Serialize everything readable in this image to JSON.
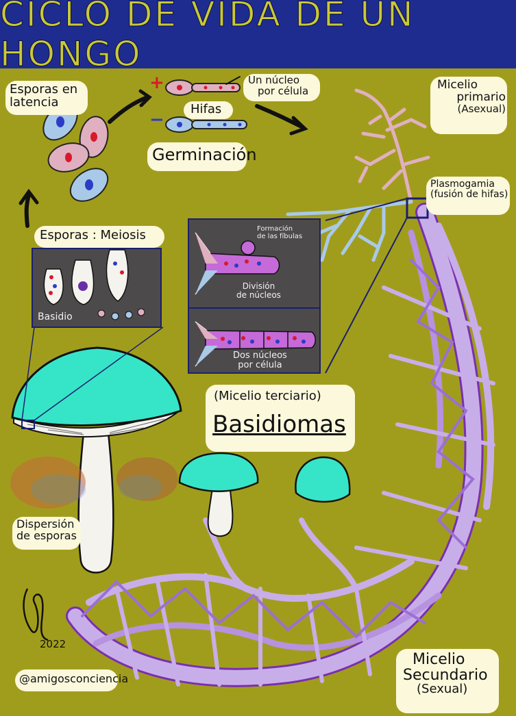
{
  "title": "CICLO DE VIDA DE UN HONGO",
  "labels": {
    "esporas_latencia": [
      "Esporas en",
      "latencia"
    ],
    "un_nucleo": [
      "Un núcleo",
      "por célula"
    ],
    "hifas": "Hifas",
    "plus_sign": "+",
    "minus_sign": "−",
    "germinacion": "Germinación",
    "micelio_primario": [
      "Micelio",
      "primario",
      "(Asexual)"
    ],
    "plasmogamia": [
      "Plasmogamia",
      "(fusión de hifas)"
    ],
    "esporas_meiosis": "Esporas : Meiosis",
    "basidio": "Basidio",
    "formacion_fibulas": [
      "Formación",
      "de las fíbulas"
    ],
    "division_nucleos": [
      "División",
      "de núcleos"
    ],
    "dos_nucleos": [
      "Dos núcleos",
      "por célula"
    ],
    "micelio_terciario": "(Micelio terciario)",
    "basidiomas": "Basidiomas",
    "dispersion": [
      "Dispersión",
      "de esporas"
    ],
    "year": "2022",
    "credit": "@amigosconciencia",
    "micelio_secundario": [
      "Micelio",
      "Secundario",
      "(Sexual)"
    ]
  },
  "colors": {
    "background": "#a19d1c",
    "title_bar": "#1f2c8f",
    "title_text": "#c9c83a",
    "cap": "#36e5c8",
    "mycelium_secondary": "#c8aee9",
    "mycelium_primary_pink": "#e0b0c0",
    "mycelium_primary_blue": "#a9c9e8",
    "nucleus_red": "#d8192c",
    "nucleus_blue": "#2c3cc6",
    "panel_bg": "#4d4a4c",
    "label_bubble": "#fbf8dc"
  }
}
